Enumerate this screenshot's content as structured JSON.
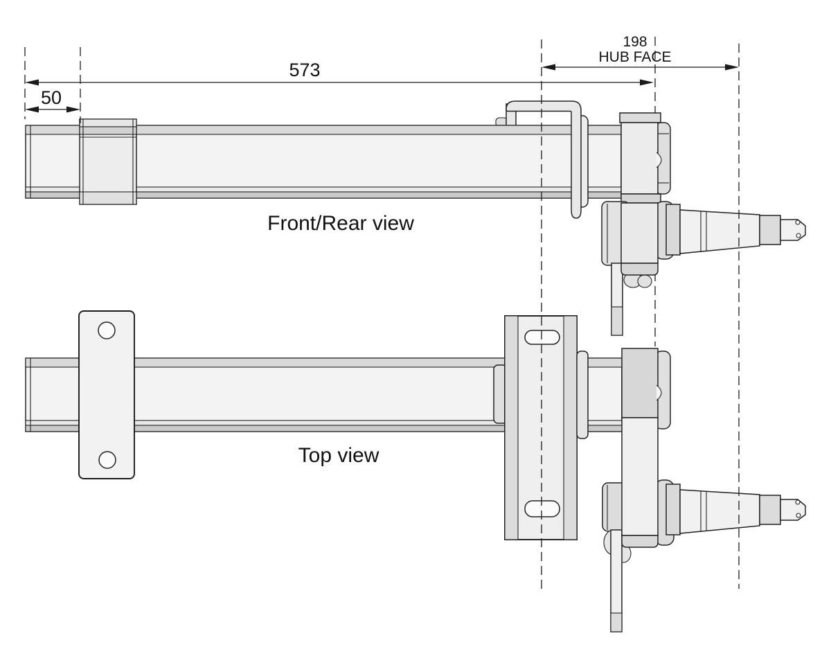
{
  "drawing": {
    "views": {
      "front_rear": {
        "label": "Front/Rear view"
      },
      "top": {
        "label": "Top view"
      }
    },
    "dimensions": {
      "overall_length": {
        "value": "573"
      },
      "left_offset": {
        "value": "50"
      },
      "hub_face": {
        "value": "198",
        "label": "HUB FACE"
      }
    },
    "colors": {
      "background": "#ffffff",
      "line": "#222222",
      "metal_light": "#f3f3f3",
      "metal_mid": "#d9d9d9",
      "metal_dark": "#c9c9c9"
    }
  }
}
